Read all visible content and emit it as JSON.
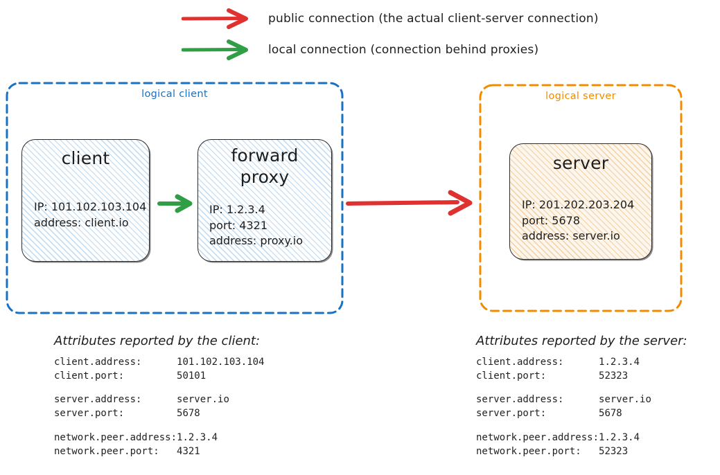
{
  "legend": {
    "items": [
      {
        "id": "public",
        "color": "#e03131",
        "label": "public connection (the actual client-server connection)",
        "icon": "arrow-right-icon"
      },
      {
        "id": "local",
        "color": "#2f9e44",
        "label": "local connection (connection behind proxies)",
        "icon": "arrow-right-icon"
      }
    ]
  },
  "groups": {
    "client": {
      "label": "logical client",
      "border_color": "#1971c2"
    },
    "server": {
      "label": "logical server",
      "border_color": "#f08c00"
    }
  },
  "nodes": {
    "client": {
      "title": "client",
      "lines": [
        "IP: 101.102.103.104",
        "address: client.io"
      ]
    },
    "forward_proxy": {
      "title": "forward\nproxy",
      "title_line1": "forward",
      "title_line2": "proxy",
      "lines": [
        "IP: 1.2.3.4",
        "port: 4321",
        "address: proxy.io"
      ]
    },
    "server": {
      "title": "server",
      "lines": [
        "IP: 201.202.203.204",
        "port: 5678",
        "address: server.io"
      ]
    }
  },
  "connectors": [
    {
      "id": "client-to-proxy",
      "type": "local",
      "color": "#2f9e44",
      "from": "client",
      "to": "forward_proxy"
    },
    {
      "id": "proxy-to-server",
      "type": "public",
      "color": "#e03131",
      "from": "forward_proxy",
      "to": "server"
    }
  ],
  "attributes": {
    "client": {
      "heading": "Attributes reported by the client:",
      "groups": [
        [
          {
            "key": "client.address:",
            "value": "101.102.103.104"
          },
          {
            "key": "client.port:",
            "value": "50101"
          }
        ],
        [
          {
            "key": "server.address:",
            "value": "server.io"
          },
          {
            "key": "server.port:",
            "value": "5678"
          }
        ],
        [
          {
            "key": "network.peer.address:",
            "value": "1.2.3.4"
          },
          {
            "key": "network.peer.port:",
            "value": "4321"
          }
        ]
      ]
    },
    "server": {
      "heading": "Attributes reported by the server:",
      "groups": [
        [
          {
            "key": "client.address:",
            "value": "1.2.3.4"
          },
          {
            "key": "client.port:",
            "value": "52323"
          }
        ],
        [
          {
            "key": "server.address:",
            "value": "server.io"
          },
          {
            "key": "server.port:",
            "value": "5678"
          }
        ],
        [
          {
            "key": "network.peer.address:",
            "value": "1.2.3.4"
          },
          {
            "key": "network.peer.port:",
            "value": "52323"
          }
        ]
      ]
    }
  }
}
